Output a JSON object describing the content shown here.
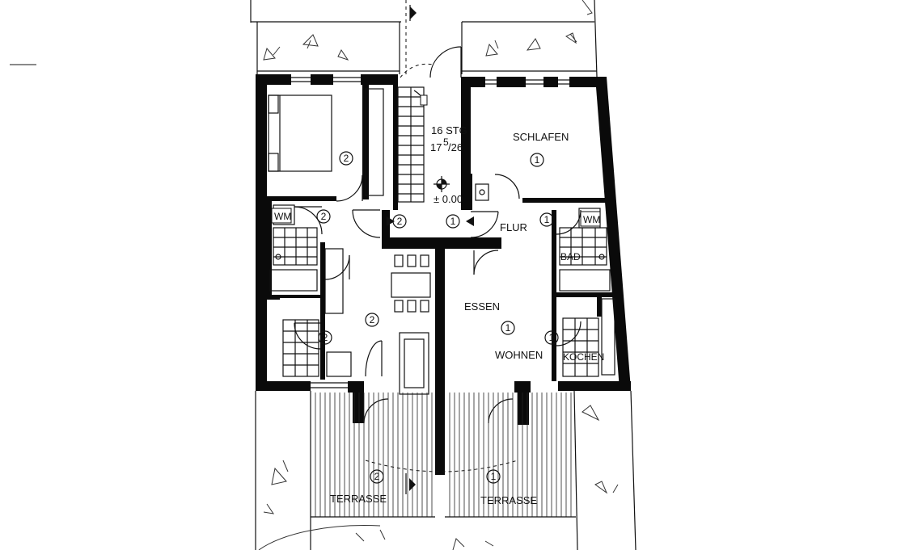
{
  "colors": {
    "ink": "#0a0a0a",
    "paper": "#ffffff"
  },
  "stairs": {
    "count": "16 STG",
    "rise": "17",
    "rise_sup": "5",
    "run": "/26",
    "level": "± 0.00"
  },
  "rooms": {
    "schlafen": "SCHLAFEN",
    "flur": "FLUR",
    "wm_left": "WM",
    "wm_right": "WM",
    "bad": "BAD",
    "essen": "ESSEN",
    "wohnen": "WOHNEN",
    "kochen": "KOCHEN",
    "terrasse_left": "TERRASSE",
    "terrasse_right": "TERRASSE"
  },
  "unit_markers": {
    "u1": "1",
    "u2": "2"
  }
}
